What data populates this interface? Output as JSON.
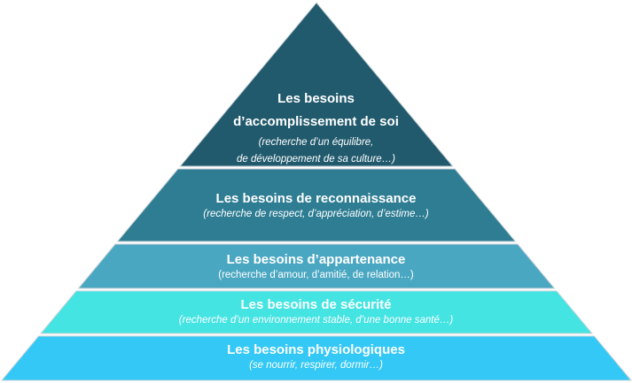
{
  "levels": [
    {
      "title_line1": "Les besoins",
      "title_line2": "d’accomplissement de soi",
      "desc_line1": "(recherche  d’un équilibre,",
      "desc_line2": "de développement de sa culture…)",
      "color": "#215a6d"
    },
    {
      "title": "Les besoins de reconnaissance",
      "desc": "(recherche de respect, d’appréciation, d’estime…)",
      "color": "#2e7d93"
    },
    {
      "title": "Les besoins d’appartenance",
      "desc": "(recherche d’amour, d’amitié, de relation…)",
      "color": "#4aa7c2"
    },
    {
      "title": "Les besoins de sécurité",
      "desc": "(recherche d’un environnement stable,  d’une bonne santé…)",
      "color": "#44e4e2"
    },
    {
      "title": "Les besoins physiologiques",
      "desc": "(se nourrir, respirer, dormir…)",
      "color": "#33c8f5"
    }
  ]
}
